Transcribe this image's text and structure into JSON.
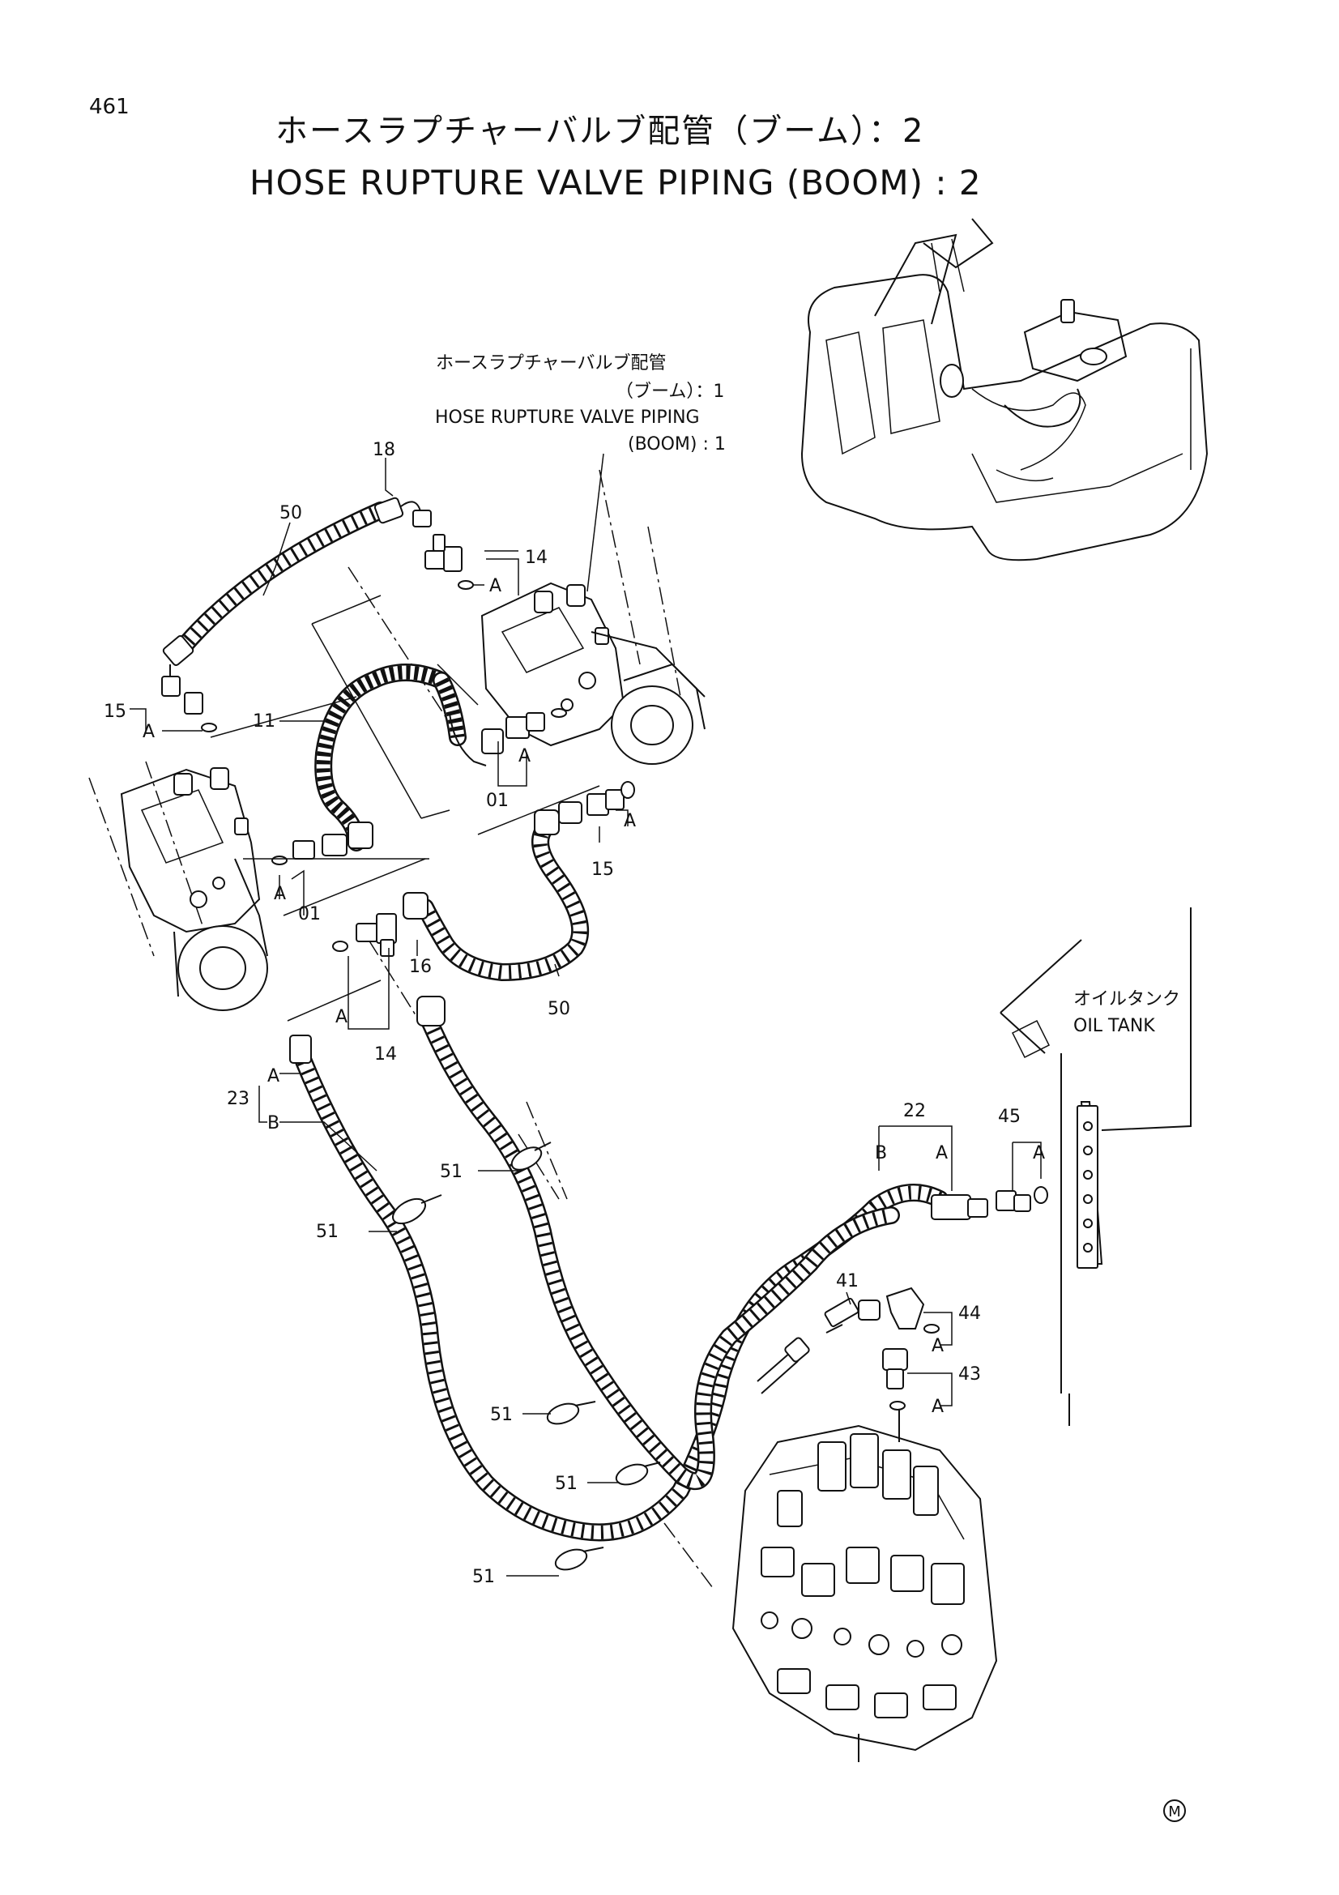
{
  "page_number": "461",
  "title": {
    "jp": "ホースラプチャーバルブ配管（ブーム）：2",
    "en": "HOSE RUPTURE VALVE PIPING (BOOM) : 2"
  },
  "reference_note": {
    "jp_line1": "ホースラプチャーバルブ配管",
    "jp_line2": "（ブーム）：1",
    "en_line1": "HOSE RUPTURE VALVE PIPING",
    "en_line2": "(BOOM) : 1"
  },
  "oil_tank": {
    "jp": "オイルタンク",
    "en": "OIL TANK"
  },
  "callouts": {
    "c18": "18",
    "c50a": "50",
    "c14a": "14",
    "cAa": "A",
    "c15a": "15",
    "cAb": "A",
    "c11": "11",
    "cAc": "A",
    "c01a": "01",
    "c15b": "15",
    "cAd": "A",
    "cAe": "A",
    "c01b": "01",
    "c16": "16",
    "c50b": "50",
    "cAf": "A",
    "c14b": "14",
    "c23": "23",
    "cAg": "A",
    "cB1": "B",
    "c51a": "51",
    "c51b": "51",
    "c22": "22",
    "cB2": "B",
    "cAh": "A",
    "c45": "45",
    "cAi": "A",
    "c41": "41",
    "c44": "44",
    "cAj": "A",
    "c43": "43",
    "cAk": "A",
    "c51c": "51",
    "c51d": "51",
    "c51e": "51"
  },
  "mark": "M"
}
